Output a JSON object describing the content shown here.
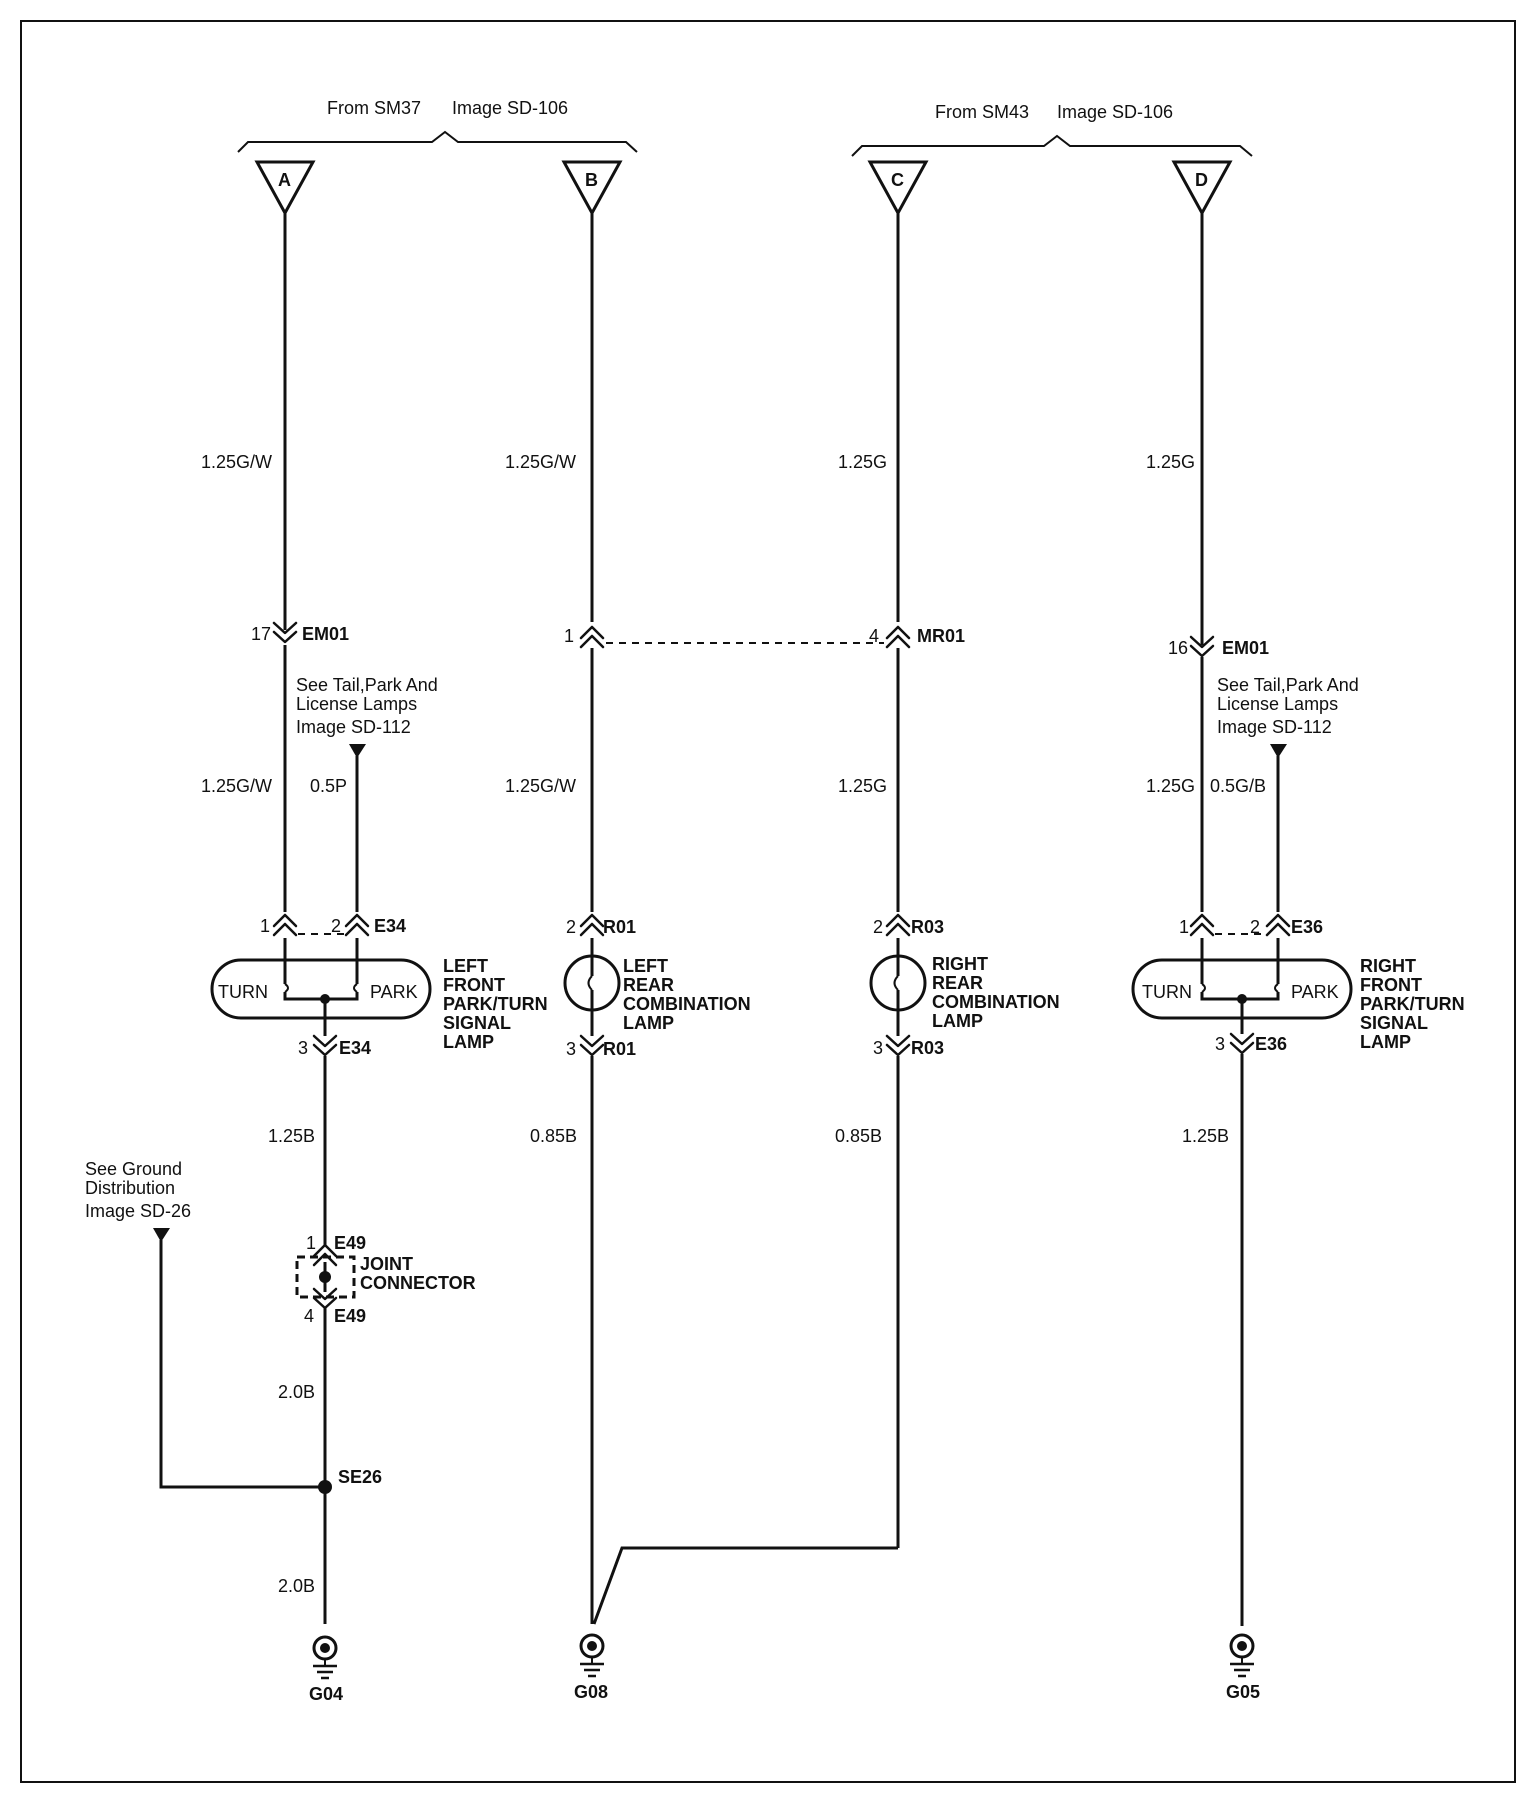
{
  "sources": {
    "left": {
      "from": "From SM37",
      "image": "Image SD-106"
    },
    "right": {
      "from": "From SM43",
      "image": "Image SD-106"
    }
  },
  "terminals": {
    "a": "A",
    "b": "B",
    "c": "C",
    "d": "D"
  },
  "wires": {
    "a_top": "1.25G/W",
    "b_top": "1.25G/W",
    "c_top": "1.25G",
    "d_top": "1.25G",
    "a_mid": "1.25G/W",
    "a_park": "0.5P",
    "b_mid": "1.25G/W",
    "c_mid": "1.25G",
    "d_mid": "1.25G",
    "d_park": "0.5G/B",
    "lf_out": "1.25B",
    "lr_out": "0.85B",
    "rr_out": "0.85B",
    "rf_out": "1.25B",
    "jc_out": "2.0B",
    "se_out": "2.0B"
  },
  "connectors": {
    "em01_l_pin": "17",
    "em01_l": "EM01",
    "mr01_pin_b": "1",
    "mr01_pin_c": "4",
    "mr01": "MR01",
    "em01_r_pin": "16",
    "em01_r": "EM01",
    "e34_pin1": "1",
    "e34_pin2": "2",
    "e34": "E34",
    "e34_pin3": "3",
    "e34_b": "E34",
    "r01_pin2": "2",
    "r01": "R01",
    "r01_pin3": "3",
    "r01_b": "R01",
    "r03_pin2": "2",
    "r03": "R03",
    "r03_pin3": "3",
    "r03_b": "R03",
    "e36_pin1": "1",
    "e36_pin2": "2",
    "e36": "E36",
    "e36_pin3": "3",
    "e36_b": "E36",
    "e49_pin1": "1",
    "e49": "E49",
    "e49_pin4": "4",
    "e49_b": "E49",
    "se26": "SE26"
  },
  "refs": {
    "tail_l": {
      "line1": "See Tail,Park And",
      "line2": "License Lamps",
      "image": "Image  SD-112"
    },
    "tail_r": {
      "line1": "See Tail,Park And",
      "line2": "License Lamps",
      "image": "Image  SD-112"
    },
    "ground": {
      "line1": "See Ground",
      "line2": "Distribution",
      "image": "Image SD-26"
    }
  },
  "components": {
    "lf_lamp": {
      "turn": "TURN",
      "park": "PARK",
      "name": [
        "LEFT",
        "FRONT",
        "PARK/TURN",
        "SIGNAL",
        "LAMP"
      ]
    },
    "rf_lamp": {
      "turn": "TURN",
      "park": "PARK",
      "name": [
        "RIGHT",
        "FRONT",
        "PARK/TURN",
        "SIGNAL",
        "LAMP"
      ]
    },
    "lr_lamp": {
      "name": [
        "LEFT",
        "REAR",
        "COMBINATION",
        "LAMP"
      ]
    },
    "rr_lamp": {
      "name": [
        "RIGHT",
        "REAR",
        "COMBINATION",
        "LAMP"
      ]
    },
    "joint": {
      "name": [
        "JOINT",
        "CONNECTOR"
      ]
    }
  },
  "grounds": {
    "g04": "G04",
    "g08": "G08",
    "g05": "G05"
  }
}
